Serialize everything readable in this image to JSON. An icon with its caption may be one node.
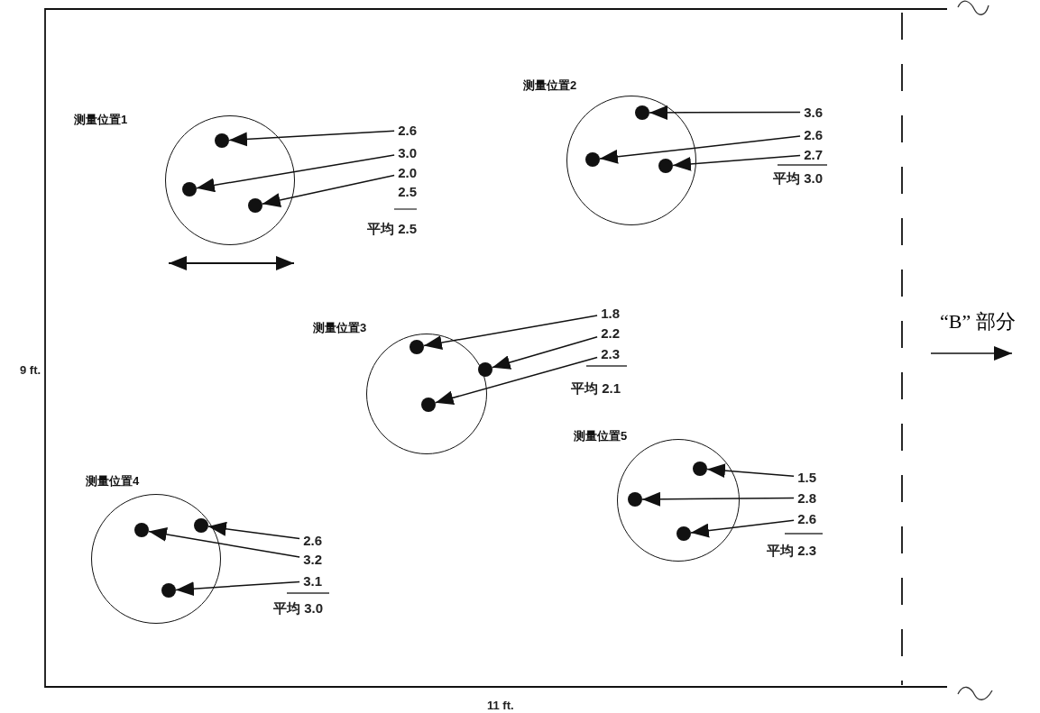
{
  "diagram": {
    "nodes": [
      {
        "text": [
          "测量位置1"
        ]
      },
      {
        "text": [],
        "shape": "circle",
        "in": 0
      },
      {
        "text": [],
        "shape": "circle",
        "in": 0
      },
      {
        "text": [],
        "shape": "circle",
        "in": 0
      },
      {
        "text": [
          "2.6"
        ]
      },
      {
        "text": [
          "3.0"
        ]
      },
      {
        "text": [
          "2.0"
        ]
      },
      {
        "text": [
          "测量位置2"
        ]
      },
      {
        "text": [],
        "shape": "circle",
        "in": 7
      },
      {
        "text": [],
        "shape": "circle",
        "in": 7
      },
      {
        "text": [],
        "shape": "circle",
        "in": 7
      },
      {
        "text": [
          "3.6"
        ]
      },
      {
        "text": [
          "2.6"
        ]
      },
      {
        "text": [
          "2.7"
        ]
      },
      {
        "text": [
          "测量位置3"
        ]
      },
      {
        "text": [],
        "shape": "circle",
        "in": 14
      },
      {
        "text": [],
        "shape": "circle",
        "in": 14
      },
      {
        "text": [],
        "shape": "circle",
        "in": 14
      },
      {
        "text": [
          "1.8"
        ]
      },
      {
        "text": [
          "2.2"
        ]
      },
      {
        "text": [
          "2.3"
        ]
      },
      {
        "text": [
          "测量位置4"
        ]
      },
      {
        "text": [],
        "shape": "circle",
        "in": 21
      },
      {
        "text": [],
        "shape": "circle",
        "in": 21
      },
      {
        "text": [],
        "shape": "circle",
        "in": 21
      },
      {
        "text": [
          "2.6"
        ]
      },
      {
        "text": [
          "3.2"
        ]
      },
      {
        "text": [
          "3.1"
        ]
      },
      {
        "text": [
          "测量位置5"
        ]
      },
      {
        "text": [],
        "shape": "circle",
        "in": 28
      },
      {
        "text": [],
        "shape": "circle",
        "in": 28
      },
      {
        "text": [],
        "shape": "circle",
        "in": 28
      },
      {
        "text": [
          "1.5"
        ]
      },
      {
        "text": [
          "2.8"
        ]
      },
      {
        "text": [
          "2.6"
        ]
      }
    ],
    "edges": [
      {
        "from": 4,
        "to": 1,
        "arrow": "to"
      },
      {
        "from": 5,
        "to": 2,
        "arrow": "to"
      },
      {
        "from": 6,
        "to": 3,
        "arrow": "to"
      },
      {
        "from": 11,
        "to": 8,
        "arrow": "to"
      },
      {
        "from": 12,
        "to": 9,
        "arrow": "to"
      },
      {
        "from": 13,
        "to": 10,
        "arrow": "to"
      },
      {
        "from": 18,
        "to": 15,
        "arrow": "to"
      },
      {
        "from": 19,
        "to": 16,
        "arrow": "to"
      },
      {
        "from": 20,
        "to": 17,
        "arrow": "to"
      },
      {
        "from": 25,
        "to": 23,
        "arrow": "to"
      },
      {
        "from": 26,
        "to": 22,
        "arrow": "to"
      },
      {
        "from": 27,
        "to": 24,
        "arrow": "to"
      },
      {
        "from": 32,
        "to": 29,
        "arrow": "to"
      },
      {
        "from": 33,
        "to": 30,
        "arrow": "to"
      },
      {
        "from": 34,
        "to": 31,
        "arrow": "to"
      }
    ],
    "labels": [
      "2.5",
      "平均 2.5",
      "平均 3.0",
      "平均 2.1",
      "平均 3.0",
      "平均 2.3",
      "“B” 部分",
      "9 ft.",
      "11 ft."
    ]
  }
}
